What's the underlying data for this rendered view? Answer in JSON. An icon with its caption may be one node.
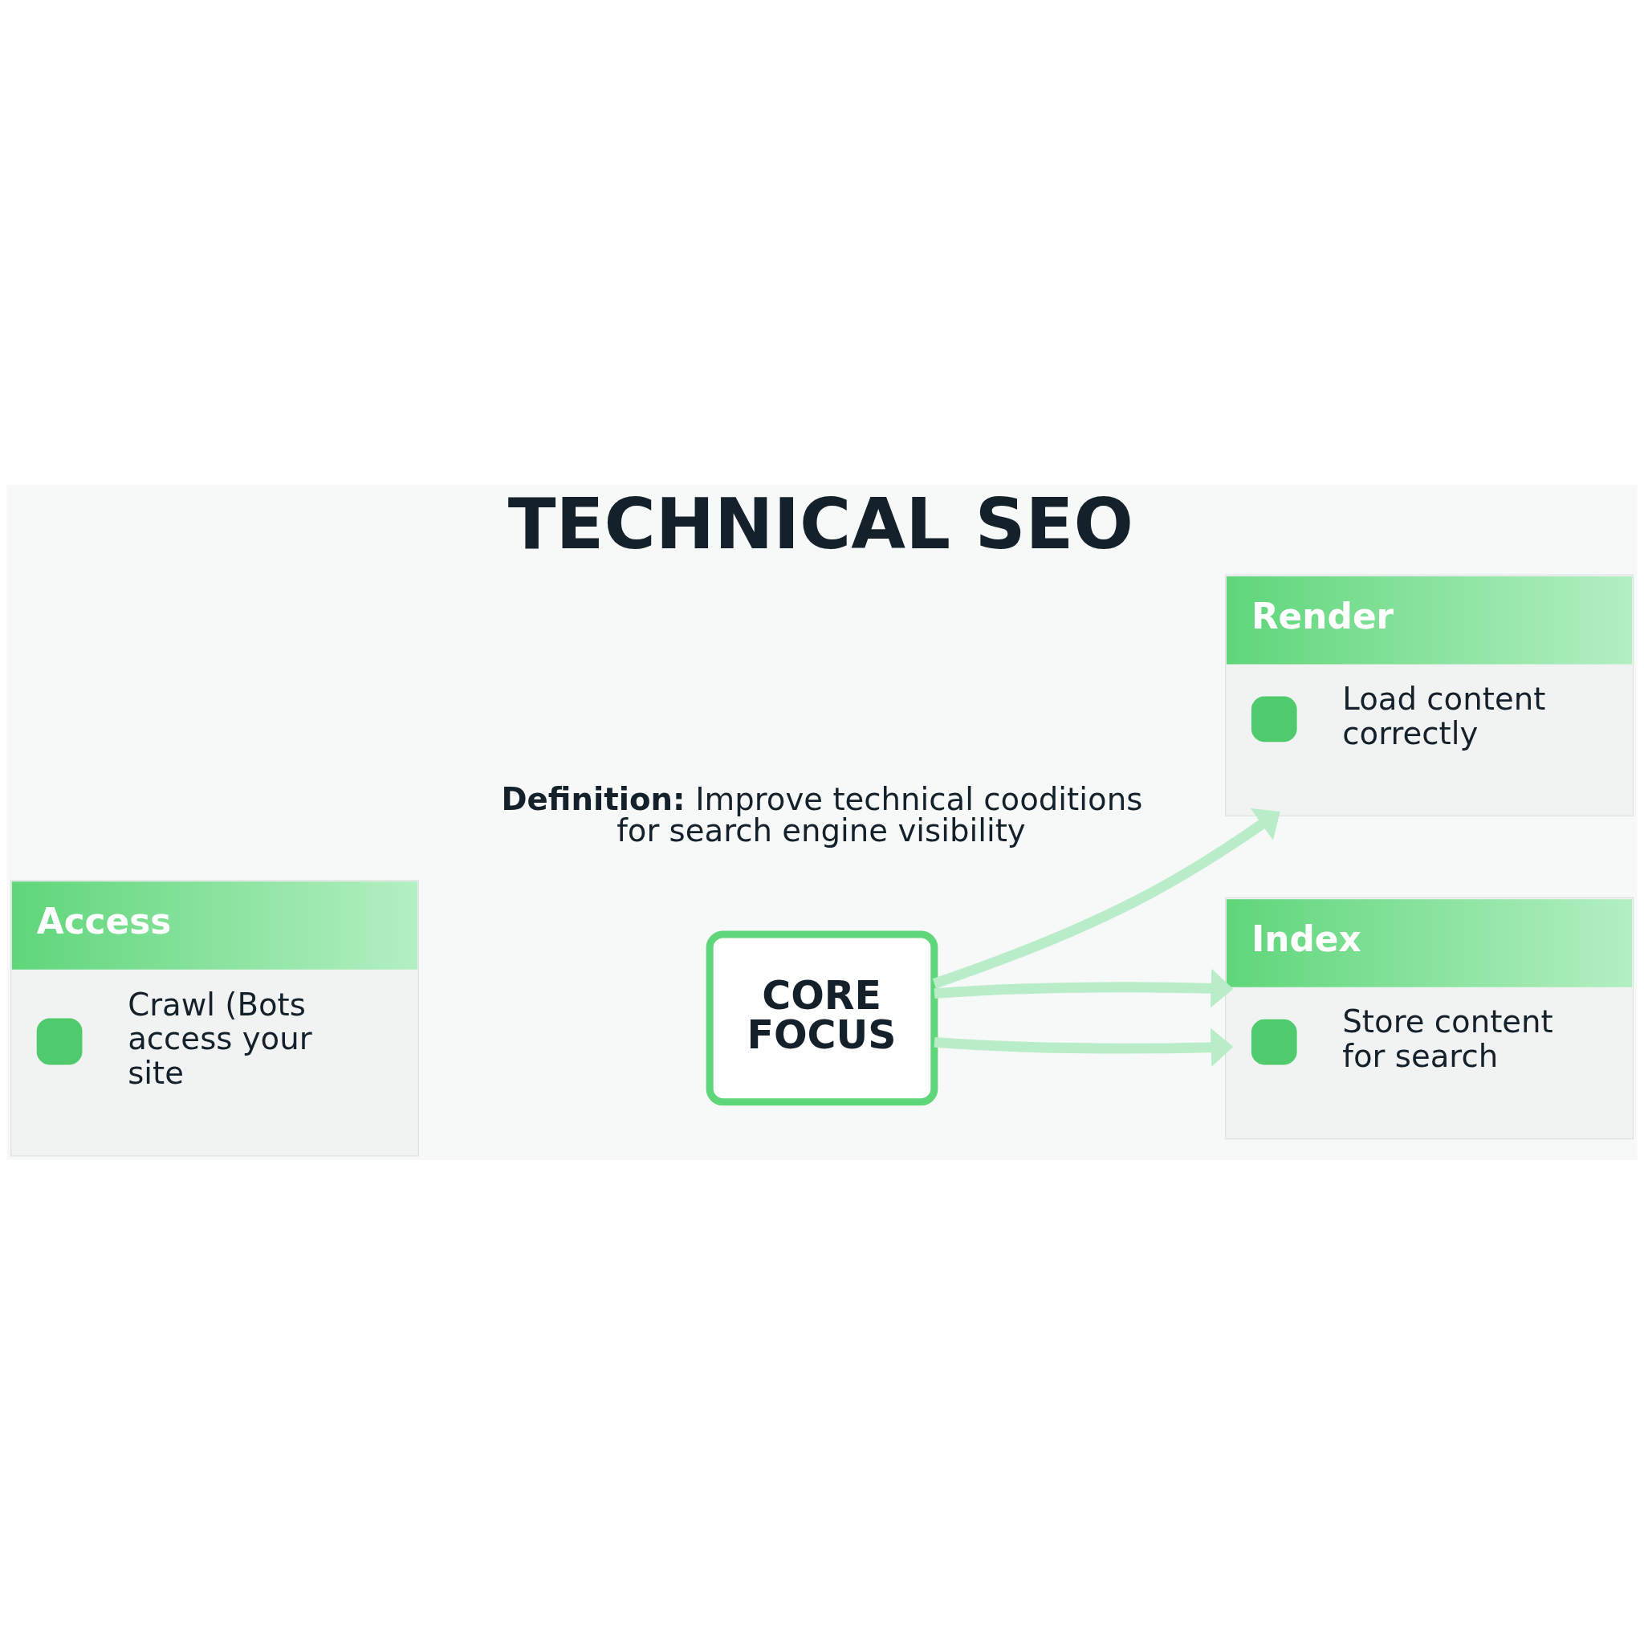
{
  "diagram": {
    "title": "TECHNICAL SEO",
    "nodes": [
      {
        "text": [
          "Render",
          "Load content correctly"
        ]
      },
      {
        "text": [
          "Access",
          "Crawl (Bots access your site"
        ]
      },
      {
        "text": [
          "CORE FOCUS"
        ]
      },
      {
        "text": [
          "Index",
          "Store content for search"
        ]
      }
    ],
    "edges": [
      {
        "from": 2,
        "to": 0,
        "arrow": "to"
      },
      {
        "from": 2,
        "to": 3,
        "arrow": "to"
      },
      {
        "from": 2,
        "to": 3,
        "arrow": "to"
      }
    ],
    "labels": [
      "**Definition:** Improve technical cooditions for search engine visibility"
    ]
  }
}
